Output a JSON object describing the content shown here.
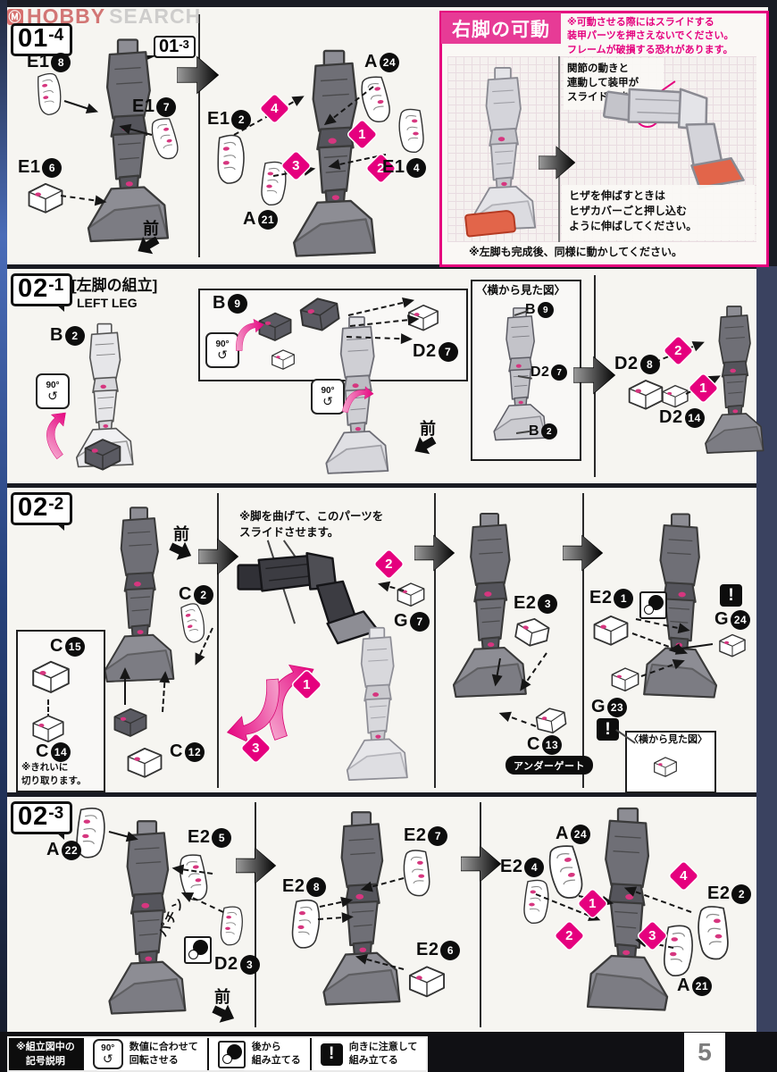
{
  "watermark": {
    "logo_glyph": "Ⓜ",
    "word1": "HOBBY",
    "word2": "SEARCH"
  },
  "page_number": "5",
  "labels": {
    "front": "前",
    "side_view": "〈横から見た図〉",
    "snap": "パチン",
    "undergate": "アンダーゲート"
  },
  "icons": {
    "rotate_text": "90°",
    "rotate_glyph": "↺",
    "attention_glyph": "!"
  },
  "nums": {
    "n1": "1",
    "n2": "2",
    "n3": "3",
    "n4": "4"
  },
  "steps": {
    "s014": {
      "num": "01",
      "sub": "-4",
      "callout_num": "01",
      "callout_sub": "-3"
    },
    "s021": {
      "num": "02",
      "sub": "-1",
      "title_jp": "[左脚の組立]",
      "title_en": "LEFT LEG"
    },
    "s022": {
      "num": "02",
      "sub": "-2",
      "note_bend": "※脚を曲げて、このパーツを\nスライドさせます。",
      "cut_note": "※きれいに\n切り取ります。"
    },
    "s023": {
      "num": "02",
      "sub": "-3"
    }
  },
  "mobility": {
    "title": "右脚の可動",
    "warning": "※可動させる際にはスライドする\n装甲パーツを押さえないでください。\nフレームが破損する恐れがあります。",
    "note_link": "関節の動きと\n連動して装甲が\nスライドします。",
    "note_knee": "ヒザを伸ばすときは\nヒザカバーごと押し込む\nように伸ばしてください。",
    "note_left": "※左脚も完成後、同様に動かしてください。"
  },
  "parts": {
    "e1_2": {
      "p": "E1",
      "n": "2"
    },
    "e1_4": {
      "p": "E1",
      "n": "4"
    },
    "e1_6": {
      "p": "E1",
      "n": "6"
    },
    "e1_7": {
      "p": "E1",
      "n": "7"
    },
    "e1_8": {
      "p": "E1",
      "n": "8"
    },
    "a_21": {
      "p": "A",
      "n": "21"
    },
    "a_22": {
      "p": "A",
      "n": "22"
    },
    "a_24": {
      "p": "A",
      "n": "24"
    },
    "b_2": {
      "p": "B",
      "n": "2"
    },
    "b_9": {
      "p": "B",
      "n": "9"
    },
    "d2_3": {
      "p": "D2",
      "n": "3"
    },
    "d2_7": {
      "p": "D2",
      "n": "7"
    },
    "d2_8": {
      "p": "D2",
      "n": "8"
    },
    "d2_14": {
      "p": "D2",
      "n": "14"
    },
    "c_2": {
      "p": "C",
      "n": "2"
    },
    "c_12": {
      "p": "C",
      "n": "12"
    },
    "c_13": {
      "p": "C",
      "n": "13"
    },
    "c_14": {
      "p": "C",
      "n": "14"
    },
    "c_15": {
      "p": "C",
      "n": "15"
    },
    "g_7": {
      "p": "G",
      "n": "7"
    },
    "g_23": {
      "p": "G",
      "n": "23"
    },
    "g_24": {
      "p": "G",
      "n": "24"
    },
    "e2_1": {
      "p": "E2",
      "n": "1"
    },
    "e2_2": {
      "p": "E2",
      "n": "2"
    },
    "e2_3": {
      "p": "E2",
      "n": "3"
    },
    "e2_4": {
      "p": "E2",
      "n": "4"
    },
    "e2_5": {
      "p": "E2",
      "n": "5"
    },
    "e2_6": {
      "p": "E2",
      "n": "6"
    },
    "e2_7": {
      "p": "E2",
      "n": "7"
    },
    "e2_8": {
      "p": "E2",
      "n": "8"
    }
  },
  "legend": {
    "title": "※組立図中の\n記号説明",
    "items": [
      {
        "name": "rotate-90",
        "label": "数値に合わせて\n回転させる"
      },
      {
        "name": "assemble-later",
        "label": "後から\n組み立てる"
      },
      {
        "name": "attention",
        "label": "向きに注意して\n組み立てる"
      }
    ]
  }
}
